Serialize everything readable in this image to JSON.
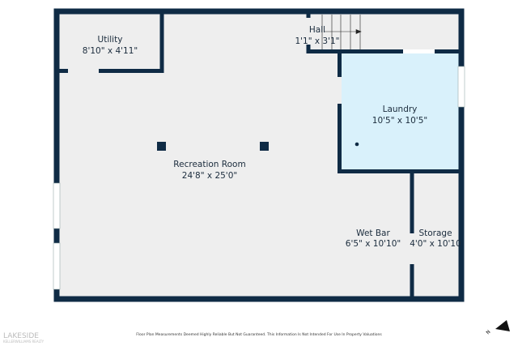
{
  "rooms": [
    {
      "name": "Utility",
      "size": "8'10\" x 4'11\""
    },
    {
      "name": "Hall",
      "size": "1'1\" x 3'1\""
    },
    {
      "name": "Laundry",
      "size": "10'5\" x 10'5\""
    },
    {
      "name": "Recreation Room",
      "size": "24'8\" x 25'0\""
    },
    {
      "name": "Wet Bar",
      "size": "6'5\" x 10'10\""
    },
    {
      "name": "Storage",
      "size": "4'0\" x 10'10"
    }
  ],
  "footer": {
    "disclaimer": "Floor Plan Measurements Deemed Highly Reliable But Not Guaranteed. This Information Is Not Intended For Use In Property Valuations"
  },
  "logo": {
    "name": "LAKESIDE",
    "subtitle": "KELLERWILLIAMS REALTY"
  },
  "compass": {
    "label": "N",
    "icon": "north-arrow-icon"
  },
  "colors": {
    "wall": "#0f2b45",
    "floor": "#eeeeee",
    "laundry": "#d9f1fb",
    "window": "#ffffff"
  }
}
